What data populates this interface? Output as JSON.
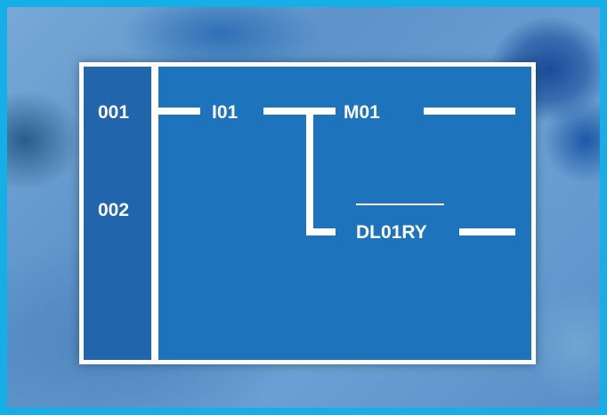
{
  "lines": [
    "001",
    "002"
  ],
  "contacts": {
    "input": "I01",
    "coil": "M01",
    "output": "DL01RY"
  },
  "colors": {
    "frame": "#15aee6",
    "panel": "#1d73bc",
    "gutter": "#2165ad",
    "wire": "#ffffff"
  }
}
